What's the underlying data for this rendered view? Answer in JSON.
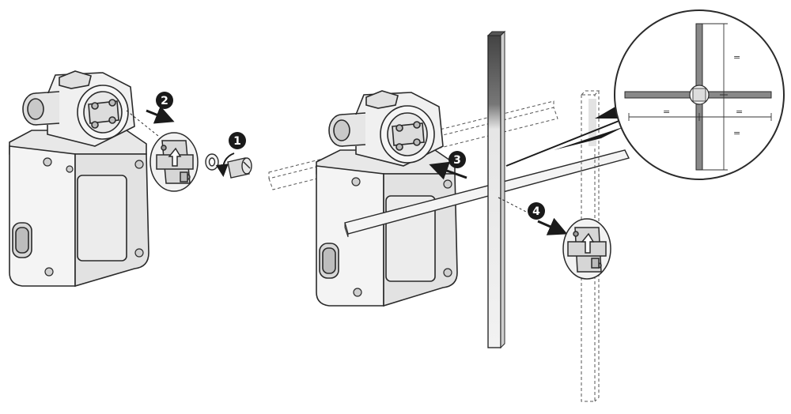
{
  "diagram": {
    "steps": [
      {
        "id": 1,
        "label": "1"
      },
      {
        "id": 2,
        "label": "2"
      },
      {
        "id": 3,
        "label": "3"
      },
      {
        "id": 4,
        "label": "4"
      }
    ],
    "dimension_marks": [
      "=",
      "=",
      "=",
      "="
    ],
    "colors": {
      "line": "#2a2a2a",
      "body_fill": "#f2f2f2",
      "shade": "#cfcfcf",
      "dark": "#555555",
      "badge": "#1a1a1a"
    }
  }
}
